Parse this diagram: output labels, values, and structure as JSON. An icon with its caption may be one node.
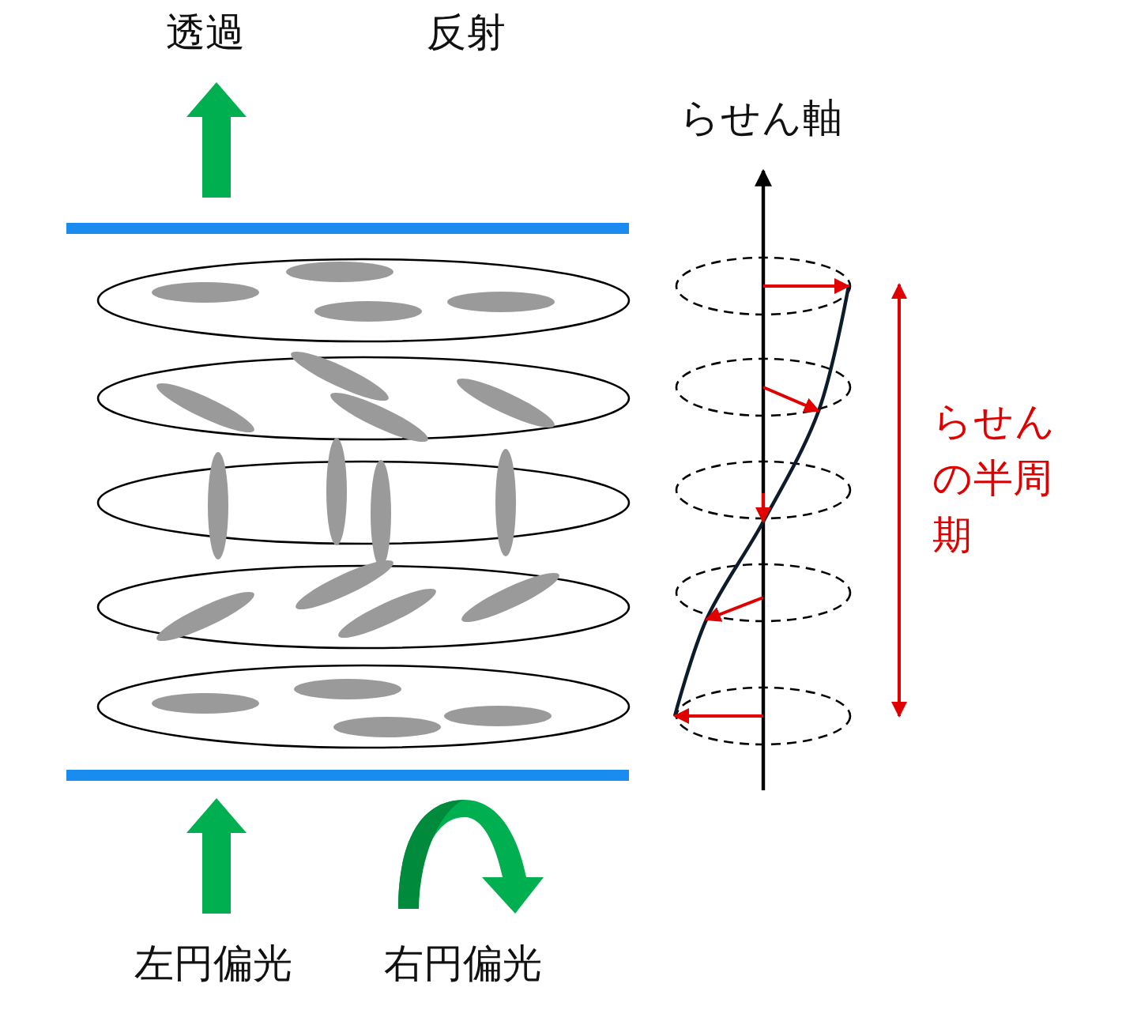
{
  "diagram": {
    "labels": [
      "透過",
      "反射",
      "らせん軸",
      "らせんの半周期",
      "左円偏光",
      "右円偏光"
    ]
  }
}
